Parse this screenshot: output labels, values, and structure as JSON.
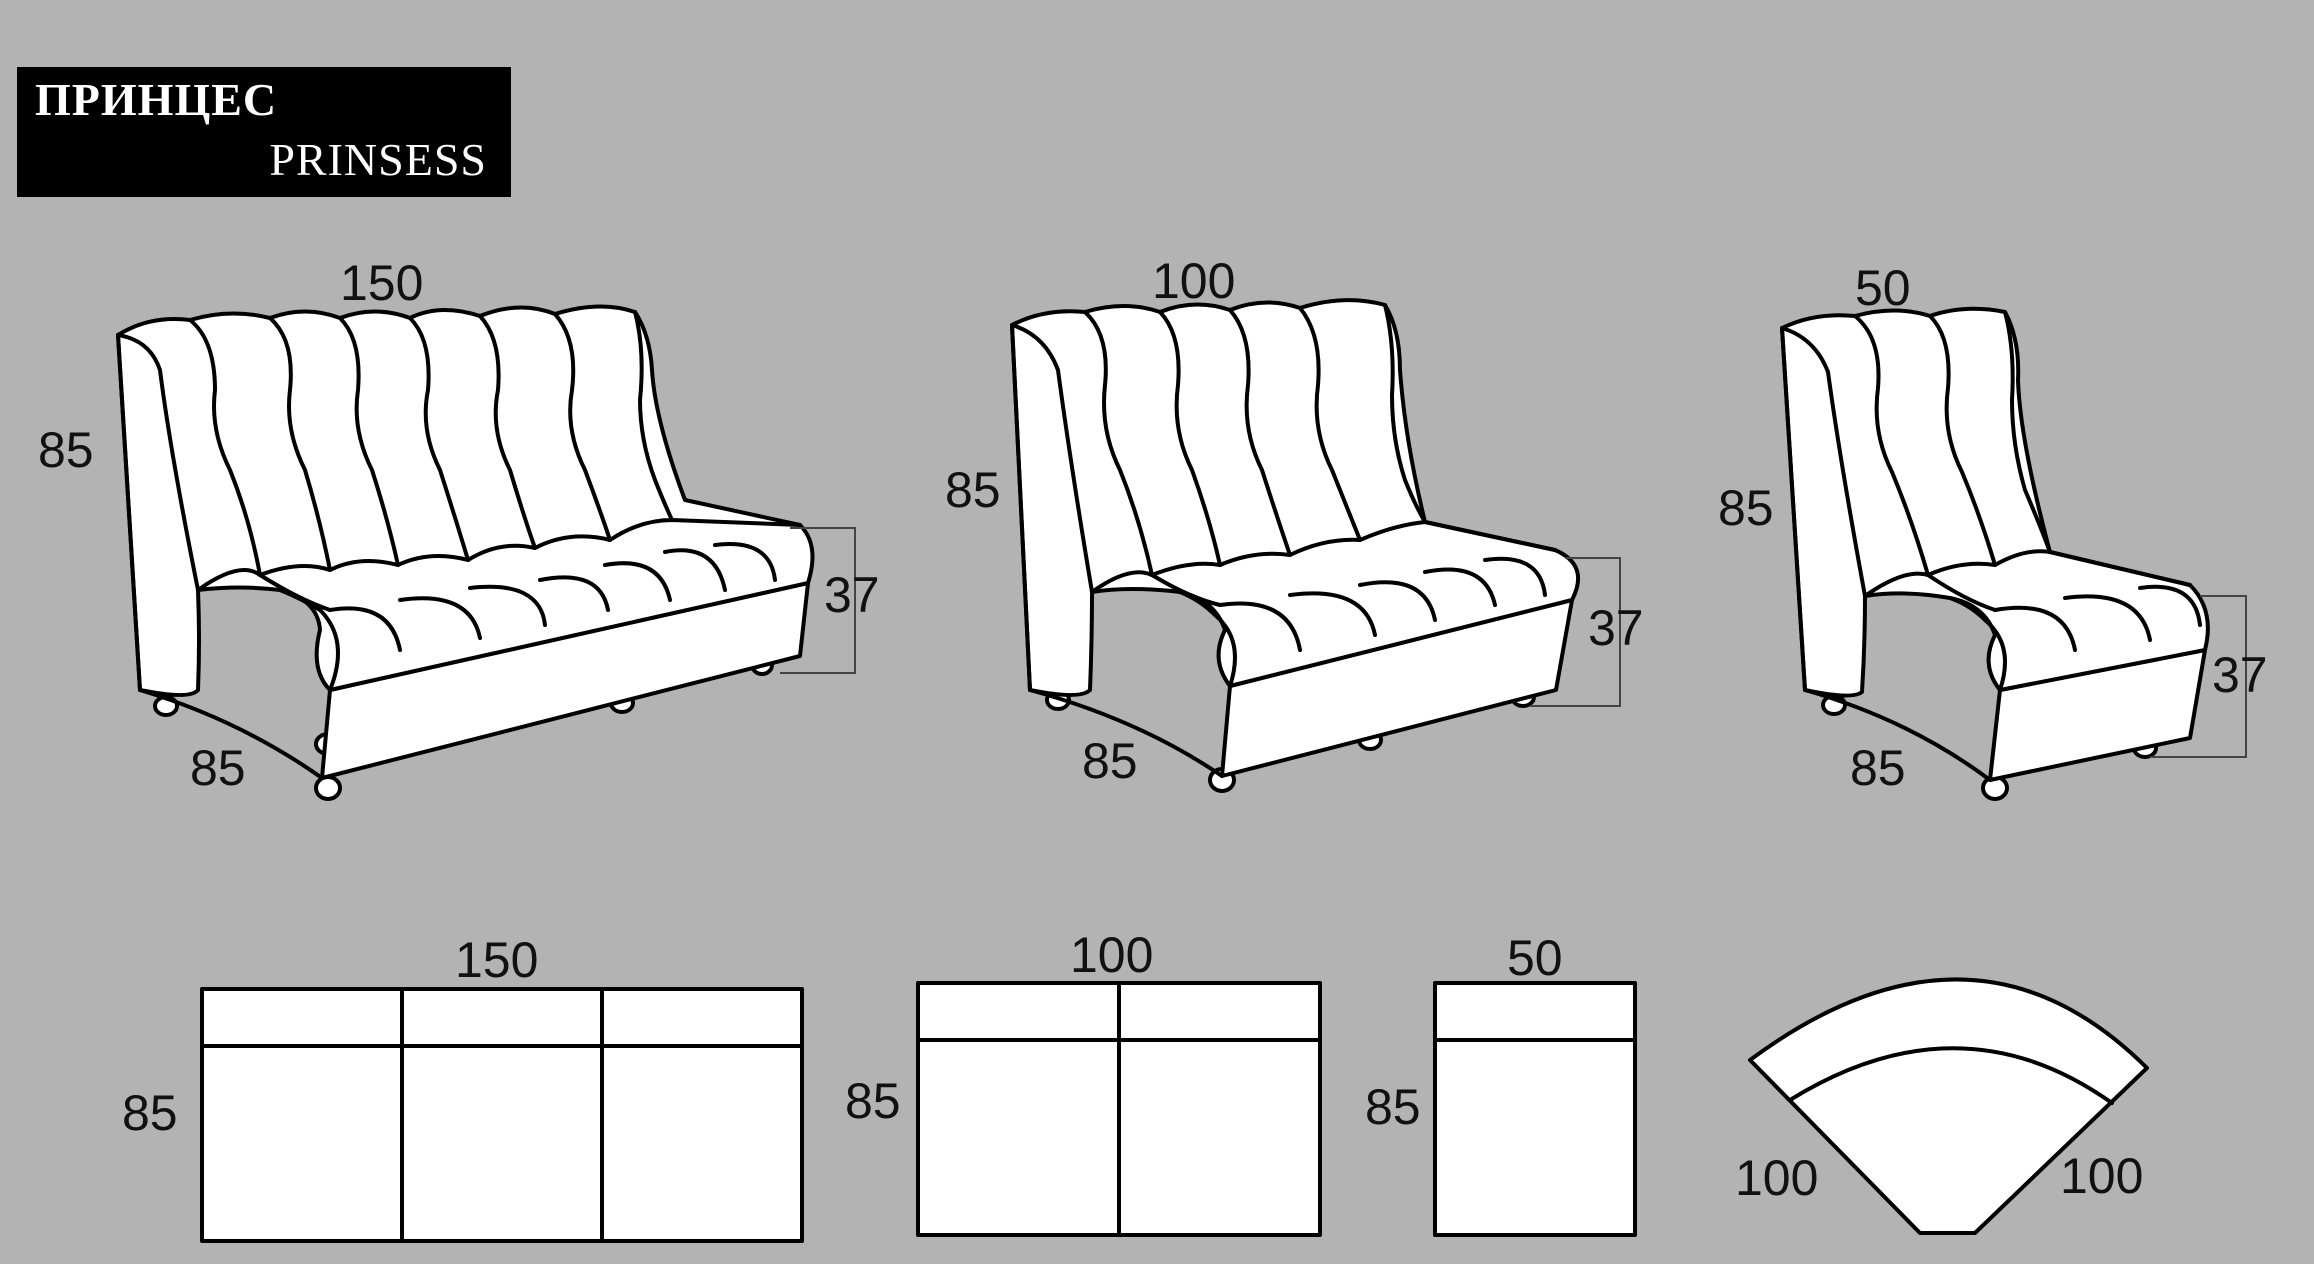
{
  "title": {
    "ru": "ПРИНЦЕС",
    "en": "PRINSESS"
  },
  "sofa_large": {
    "width": "150",
    "height": "85",
    "depth": "85",
    "seat": "37"
  },
  "sofa_medium": {
    "width": "100",
    "height": "85",
    "depth": "85",
    "seat": "37"
  },
  "sofa_small": {
    "width": "50",
    "height": "85",
    "depth": "85",
    "seat": "37"
  },
  "plan_large": {
    "width": "150",
    "depth": "85"
  },
  "plan_medium": {
    "width": "100",
    "depth": "85"
  },
  "plan_small": {
    "width": "50",
    "depth": "85"
  },
  "plan_corner": {
    "left_side": "100",
    "right_side": "100"
  }
}
